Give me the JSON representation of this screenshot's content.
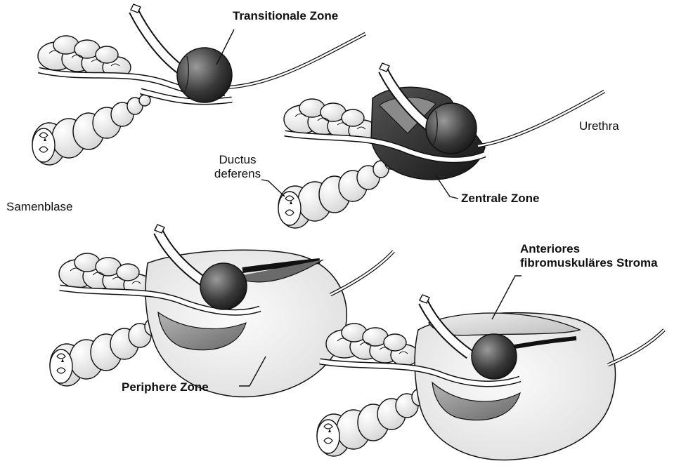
{
  "labels": {
    "transitionale_zone": "Transitionale Zone",
    "urethra": "Urethra",
    "ductus_line1": "Ductus",
    "ductus_line2": "deferens",
    "samenblase": "Samenblase",
    "zentrale_zone": "Zentrale Zone",
    "anteriores_line1": "Anteriores",
    "anteriores_line2": "fibromuskuläres Stroma",
    "periphere_zone": "Periphere Zone"
  },
  "colors": {
    "outline": "#111111",
    "gland": "#f2f2f2",
    "capsule": "#ececec",
    "transitional": "#4a4a4a",
    "central": "#2b2b2b",
    "stroma": "#d9d9d9"
  }
}
